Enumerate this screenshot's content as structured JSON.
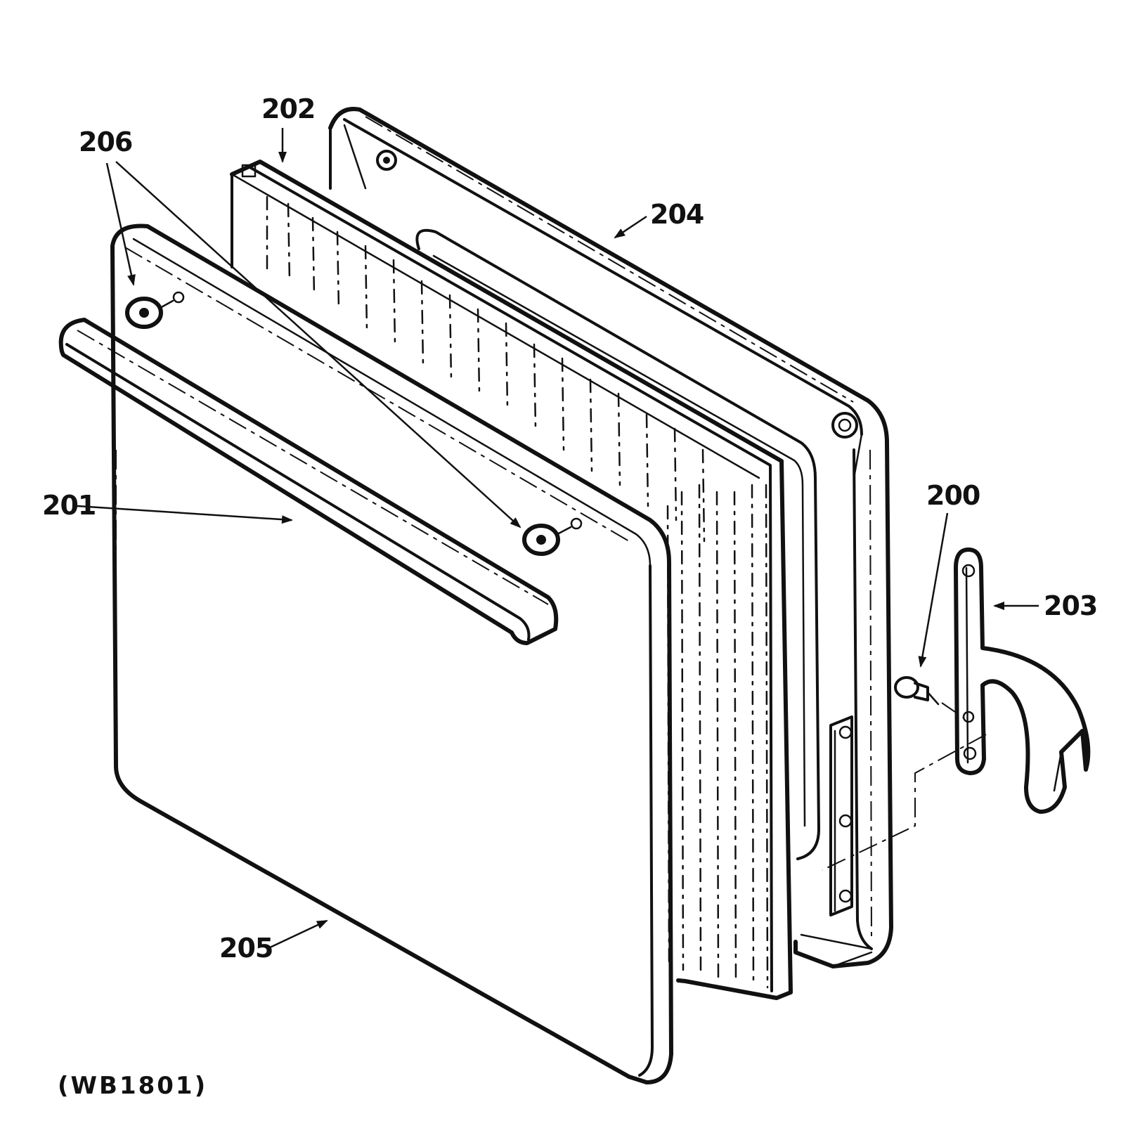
{
  "callouts": {
    "p200": "200",
    "p201": "201",
    "p202": "202",
    "p203": "203",
    "p204": "204",
    "p205": "205",
    "p206": "206"
  },
  "caption": "(WB1801)"
}
